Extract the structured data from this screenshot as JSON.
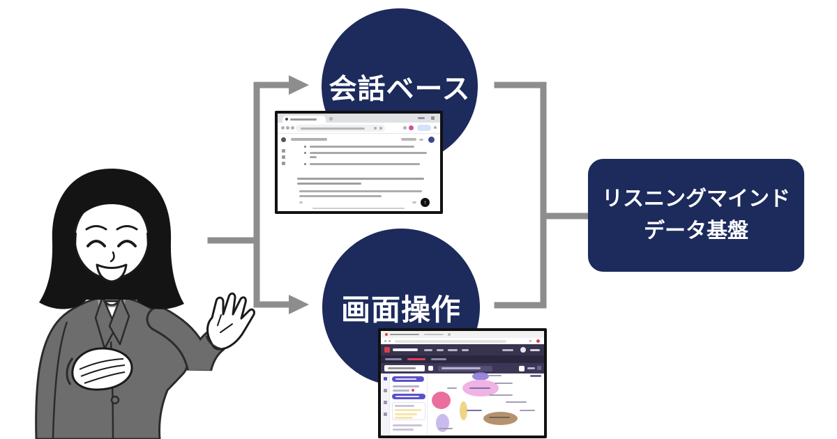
{
  "diagram": {
    "colors": {
      "navy": "#1c2a5c",
      "connector_gray": "#8d8d8d",
      "background": "#ffffff"
    },
    "conversation_node": {
      "label": "会話ベース"
    },
    "screen_node": {
      "label": "画面操作"
    },
    "platform_node": {
      "line1": "リスニングマインド",
      "line2": "データ基盤"
    }
  },
  "chat_window": {
    "kind": "browser-chat-screenshot",
    "colors": {
      "tabstrip": "#dfe1e5",
      "avatar_navy": "#3b4890",
      "send_button": "#111111",
      "account_magenta": "#cf4fa0",
      "signin_pill": "#d2e3fb"
    },
    "send_icon": "↑"
  },
  "dashboard_window": {
    "kind": "browser-dashboard-screenshot",
    "colors": {
      "header": "#38334f",
      "subnav": "#2b2740",
      "toolbar": "#3d3757",
      "logo_red": "#d6404e",
      "active_tab_red": "#d64458",
      "button_purple": "#5b51c8",
      "blob_purple": "#8f7ad8",
      "blob_violet": "#efb3e6",
      "blob_pink": "#ea6f9f",
      "blob_yellow": "#eed685",
      "blob_lilac": "#c9bcec",
      "blob_tan": "#b5926f",
      "highlight_yellow": "#f5e6a8"
    }
  },
  "person": {
    "description": "smiling presenter in gray blazer, hand on chest, open palm gesture"
  }
}
